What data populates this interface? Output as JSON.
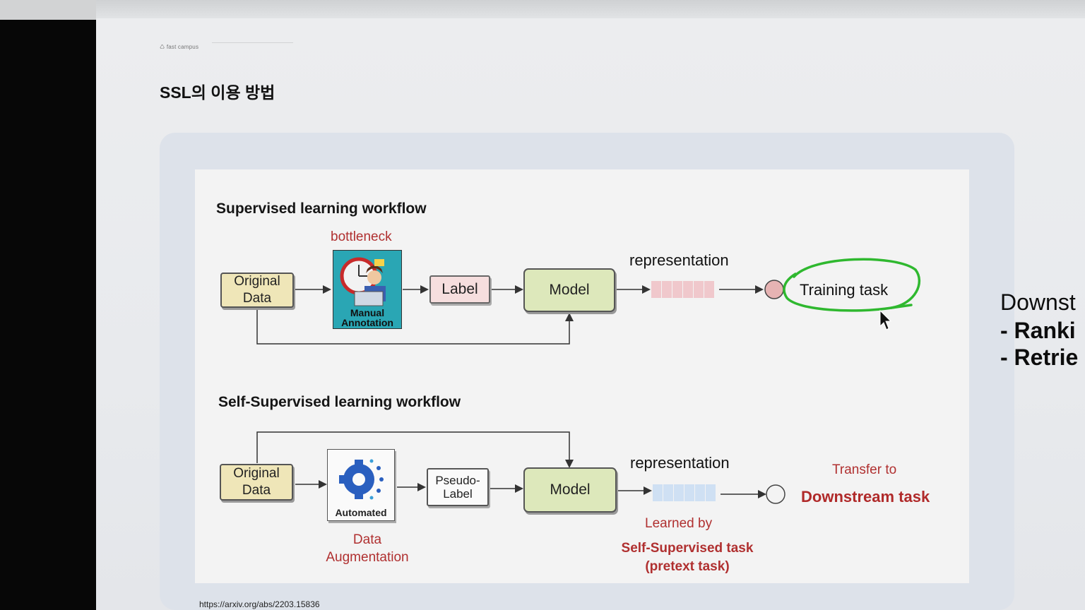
{
  "slide": {
    "brand": "fast campus",
    "title": "SSL의 이용 방법",
    "footer_link": "https://arxiv.org/abs/2203.15836"
  },
  "supervised": {
    "section_title": "Supervised learning workflow",
    "bottleneck_label": "bottleneck",
    "original_data_label": "Original\nData",
    "manual_annotation_label": "Manual\nAnnotation",
    "label_box": "Label",
    "model_box": "Model",
    "representation_label": "representation",
    "training_task_label": "Training task"
  },
  "self_supervised": {
    "section_title": "Self-Supervised learning workflow",
    "original_data_label": "Original\nData",
    "automated_label": "Automated",
    "pseudo_label_box": "Pseudo-\nLabel",
    "model_box": "Model",
    "representation_label": "representation",
    "data_augmentation_label": "Data\nAugmentation",
    "learned_by_label": "Learned by",
    "pretext_task_label": "Self-Supervised task\n(pretext task)",
    "transfer_to_label": "Transfer to",
    "downstream_task_label": "Downstream task"
  },
  "side_text": {
    "heading": "Downst",
    "items": [
      "-  Ranki",
      "-  Retrie"
    ]
  },
  "colors": {
    "annotation_circle": "#2fb82f",
    "red_text": "#b03030",
    "model_fill": "#dde8bb",
    "data_fill": "#efe6b8",
    "label_fill": "#f6dede"
  }
}
